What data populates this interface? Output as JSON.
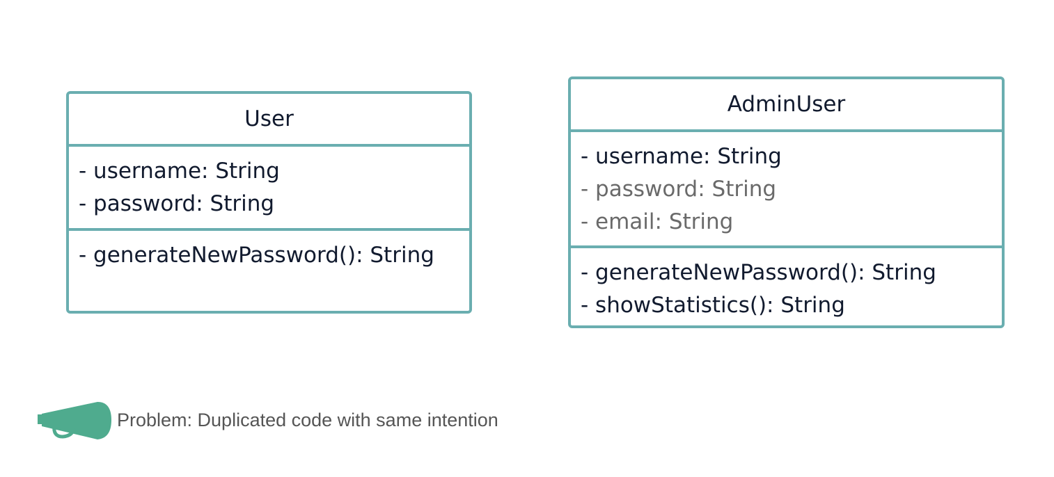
{
  "classes": [
    {
      "name": "User",
      "attributes": [
        {
          "text": "- username: String"
        },
        {
          "text": "- password: String"
        }
      ],
      "methods": [
        {
          "text": "- generateNewPassword():  String"
        }
      ]
    },
    {
      "name": "AdminUser",
      "attributes": [
        {
          "text": "- username: String"
        },
        {
          "text": "- password: String"
        },
        {
          "text": "- email: String"
        }
      ],
      "methods": [
        {
          "text": "- generateNewPassword():  String"
        },
        {
          "text": "- showStatistics(): String"
        }
      ]
    }
  ],
  "note": {
    "icon": "megaphone-icon",
    "text": "Problem: Duplicated code with same intention"
  },
  "colors": {
    "border": "#6aaeb0",
    "icon": "#4fab8e",
    "text": "#111a2e",
    "muted_text": "#6a6a6a"
  }
}
